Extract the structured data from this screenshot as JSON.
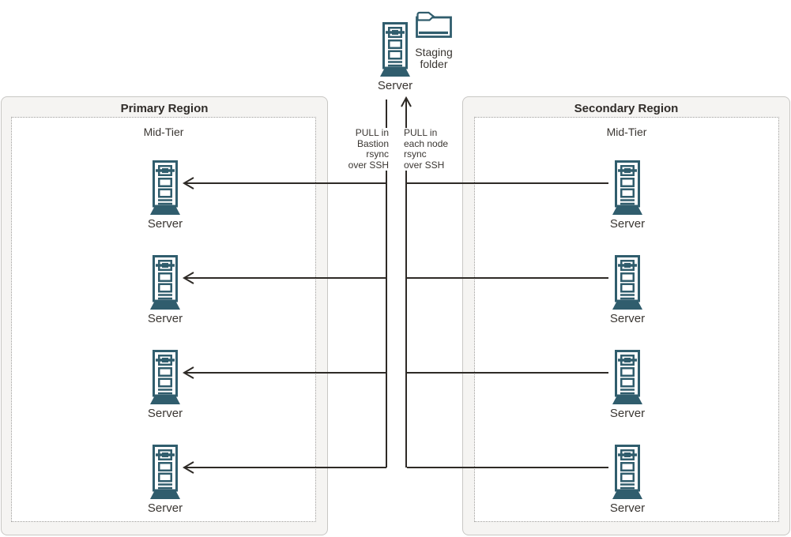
{
  "staging": {
    "server_label": "Server",
    "folder_label": {
      "line1": "Staging",
      "line2": "folder"
    }
  },
  "flow_labels": {
    "bastion": [
      "PULL in",
      "Bastion",
      "rsync",
      "over SSH"
    ],
    "node": [
      "PULL in",
      "each node",
      "rsync",
      "over SSH"
    ]
  },
  "regions": [
    {
      "title": "Primary Region",
      "tier_label": "Mid-Tier",
      "servers": [
        {
          "label": "Server"
        },
        {
          "label": "Server"
        },
        {
          "label": "Server"
        },
        {
          "label": "Server"
        }
      ]
    },
    {
      "title": "Secondary Region",
      "tier_label": "Mid-Tier",
      "servers": [
        {
          "label": "Server"
        },
        {
          "label": "Server"
        },
        {
          "label": "Server"
        },
        {
          "label": "Server"
        }
      ]
    }
  ],
  "colors": {
    "icon_teal": "#305d6d",
    "connector_line": "#2e2a26",
    "region_fill": "#f5f4f2",
    "region_border": "#c8c7c4",
    "dashed_border": "#9a9895",
    "label_text": "#3a3632",
    "title_text": "#312d2a"
  }
}
